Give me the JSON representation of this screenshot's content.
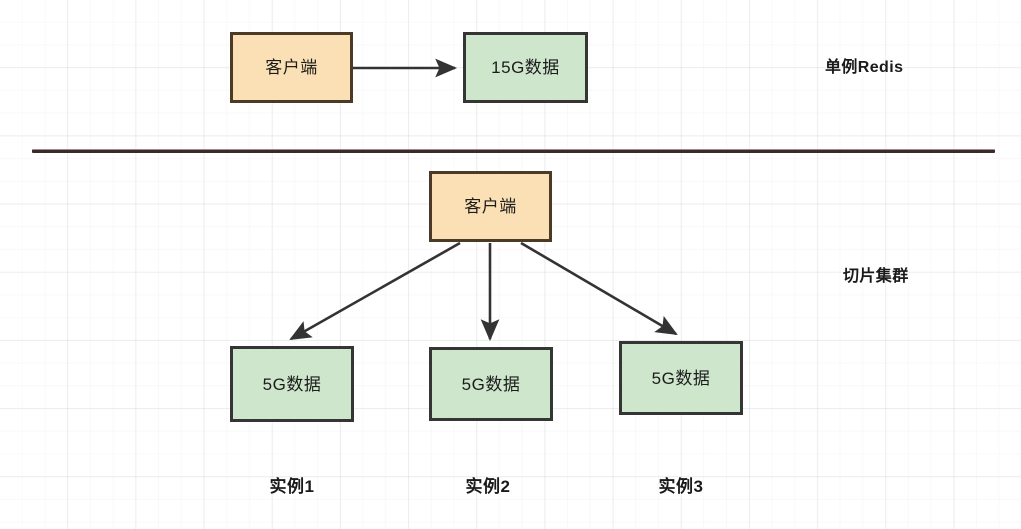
{
  "diagram": {
    "title_top_right": "单例Redis",
    "title_bottom_right": "切片集群",
    "colors": {
      "client_fill": "#FAE0B4",
      "store_fill": "#CEE6CC",
      "border_dark": "#3B322A",
      "edge": "#333333",
      "divider": "#3A2A28",
      "grid": "#EFEFEF"
    },
    "sections": {
      "single": {
        "label": "单例Redis",
        "client": {
          "label": "客户端"
        },
        "store": {
          "label": "15G数据"
        },
        "edge_label": ""
      },
      "cluster": {
        "label": "切片集群",
        "client": {
          "label": "客户端"
        },
        "stores": [
          {
            "label": "5G数据",
            "instance": "实例1"
          },
          {
            "label": "5G数据",
            "instance": "实例2"
          },
          {
            "label": "5G数据",
            "instance": "实例3"
          }
        ]
      }
    }
  }
}
